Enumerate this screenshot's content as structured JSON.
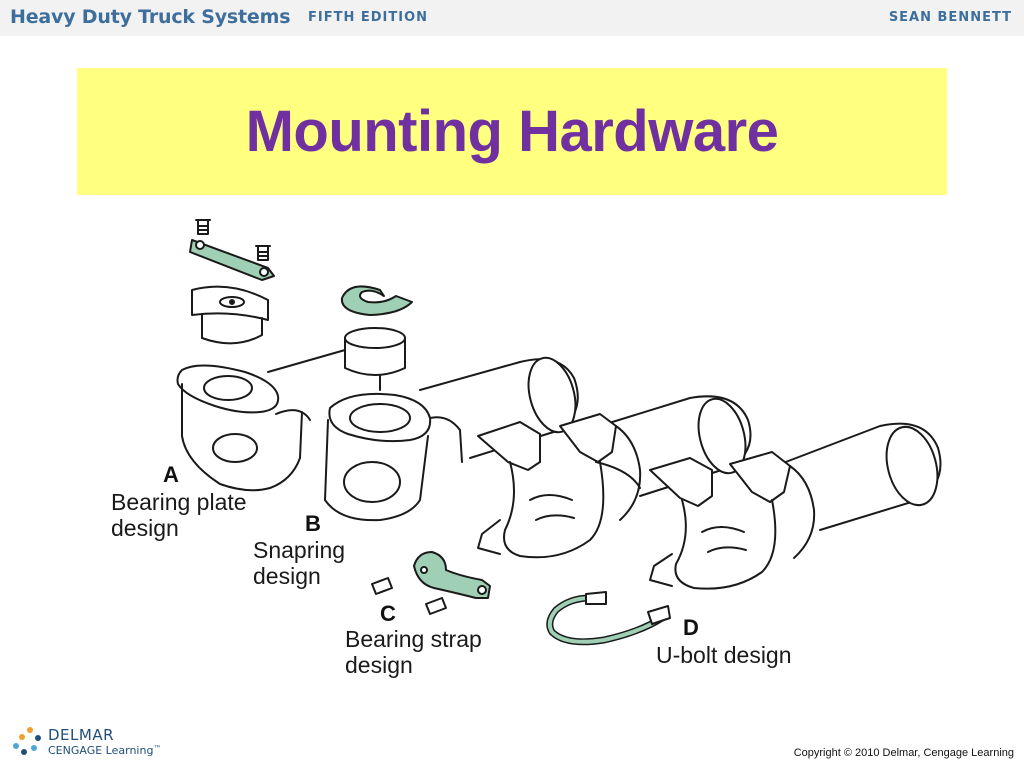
{
  "header": {
    "book_title": "Heavy Duty Truck Systems",
    "edition": "FIFTH EDITION",
    "author": "SEAN BENNETT"
  },
  "slide": {
    "title": "Mounting Hardware"
  },
  "figure": {
    "labels": [
      {
        "letter": "A",
        "line1": "Bearing plate",
        "line2": "design"
      },
      {
        "letter": "B",
        "line1": "Snapring",
        "line2": "design"
      },
      {
        "letter": "C",
        "line1": "Bearing strap",
        "line2": "design"
      },
      {
        "letter": "D",
        "line1": "U-bolt design",
        "line2": ""
      }
    ],
    "colors": {
      "part_fill": "#9fcfb5",
      "line": "#1a1a1a"
    }
  },
  "footer": {
    "logo_line1": "DELMAR",
    "logo_line2": "CENGAGE Learning",
    "logo_tm": "™",
    "copyright": "Copyright © 2010 Delmar, Cengage Learning"
  },
  "colors": {
    "header_text": "#3d6e9c",
    "title_box": "#ffff80",
    "title_text": "#7030a0"
  }
}
